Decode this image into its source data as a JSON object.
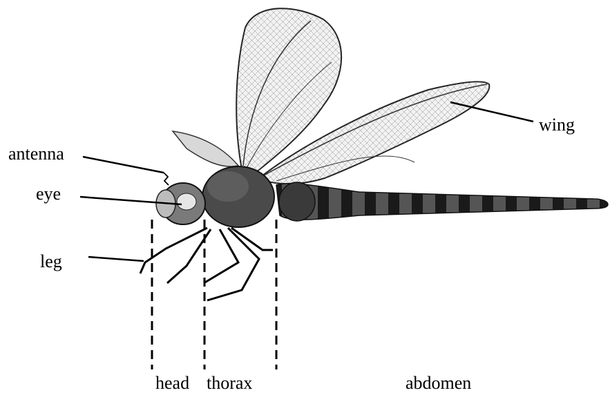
{
  "labels": {
    "antenna": "antenna",
    "eye": "eye",
    "leg": "leg",
    "wing": "wing",
    "head": "head",
    "thorax": "thorax",
    "abdomen": "abdomen"
  }
}
